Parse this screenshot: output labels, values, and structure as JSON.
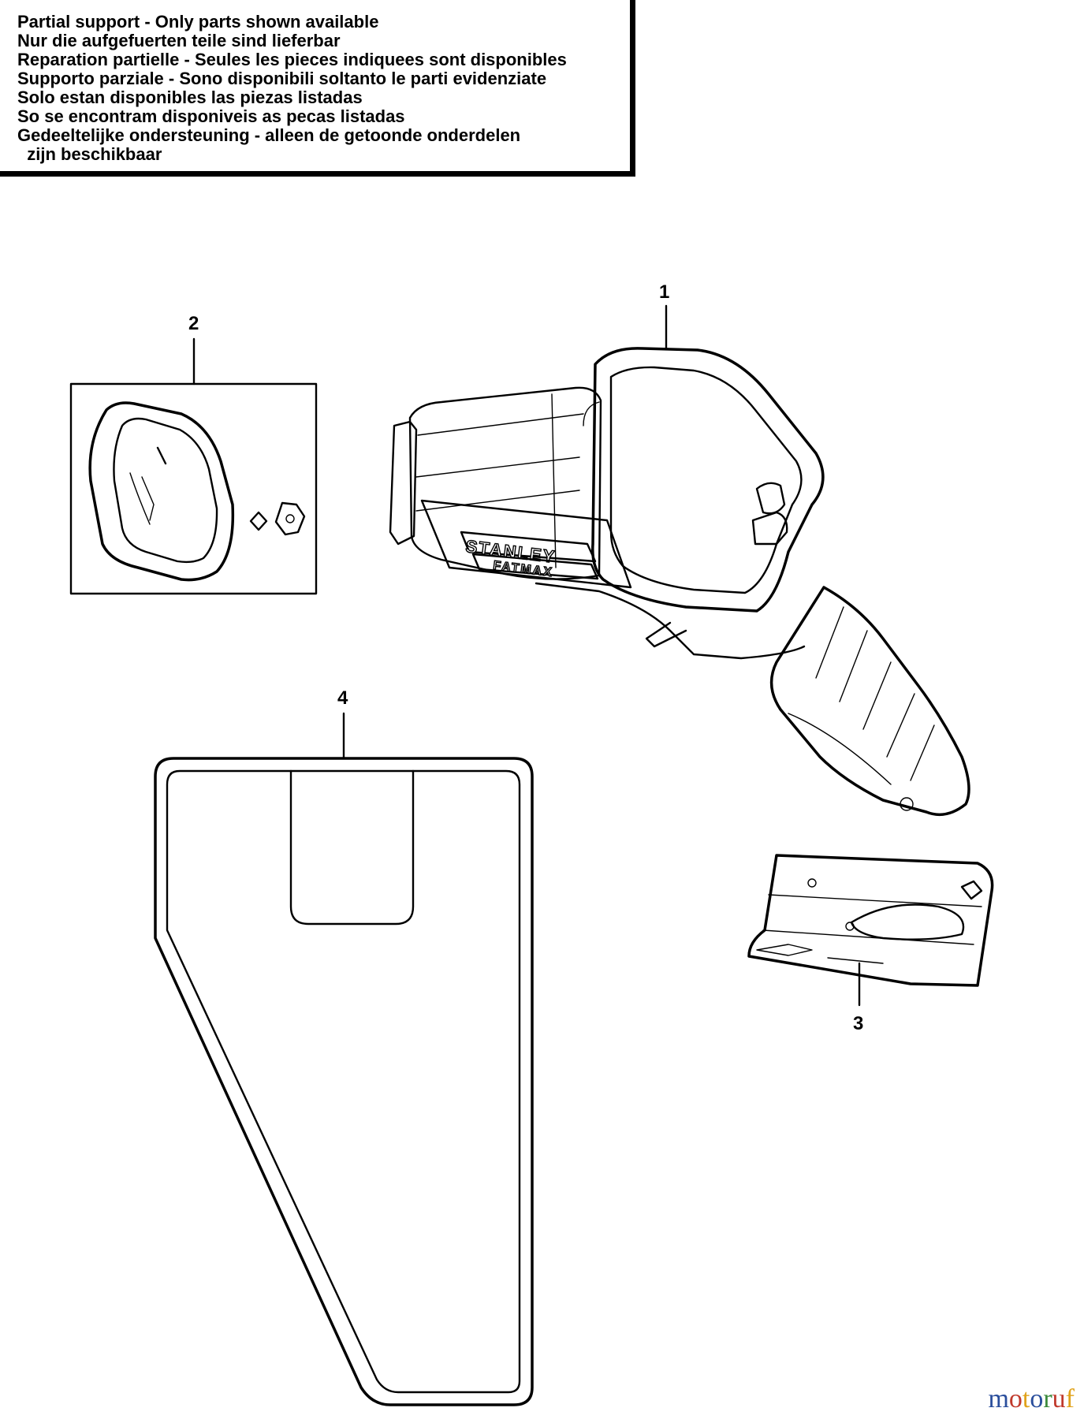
{
  "notice": {
    "lines": [
      "Partial support - Only parts shown available",
      "Nur die aufgefuerten teile sind lieferbar",
      "Reparation partielle - Seules les pieces indiquees sont disponibles",
      "Supporto parziale - Sono disponibili soltanto le parti evidenziate",
      "Solo estan disponibles las piezas listadas",
      "So se encontram disponiveis as pecas listadas",
      "Gedeeltelijke ondersteuning - alleen de getoonde onderdelen",
      "  zijn beschikbaar"
    ]
  },
  "callouts": {
    "part1": "1",
    "part2": "2",
    "part3": "3",
    "part4": "4"
  },
  "brand": {
    "name": "STANLEY",
    "line": "FATMAX"
  },
  "watermark": {
    "text": "motoruf",
    "letter_colors": [
      "#2a4e9c",
      "#c0392b",
      "#e0a21a",
      "#2a4e9c",
      "#3b8a3b",
      "#c0392b",
      "#e0a21a"
    ]
  }
}
